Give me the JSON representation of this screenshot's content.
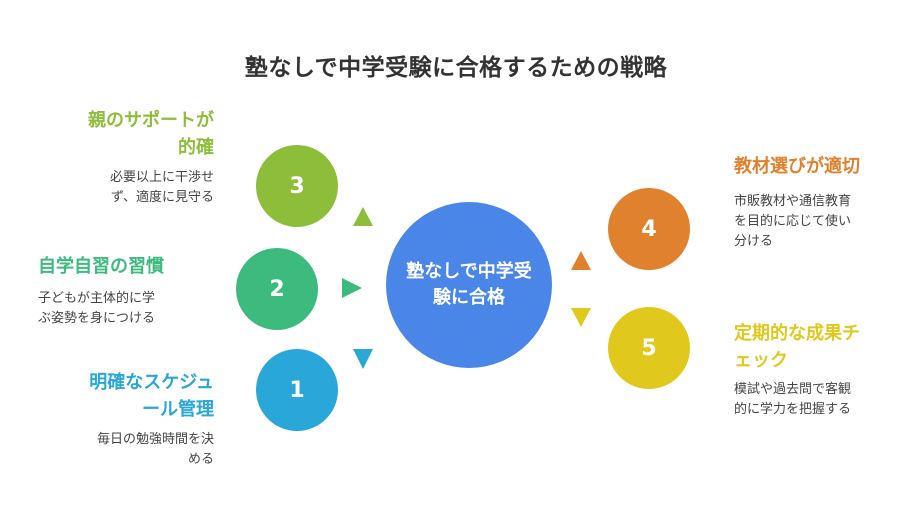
{
  "title": "塾なしで中学受験に合格するための戦略",
  "center": {
    "line1": "塾なしで中学受",
    "line2": "験に合格",
    "color": "#4a86e8"
  },
  "items": [
    {
      "number": "3",
      "title_line1": "親のサポートが",
      "title_line2": "的確",
      "desc_line1": "必要以上に干渉せ",
      "desc_line2": "ず、適度に見守る",
      "color": "#8cbe3a"
    },
    {
      "number": "2",
      "title_line1": "自学自習の習慣",
      "desc_line1": "子どもが主体的に学",
      "desc_line2": "ぶ姿勢を身につける",
      "color": "#3dbb7f"
    },
    {
      "number": "1",
      "title_line1": "明確なスケジュ",
      "title_line2": "ール管理",
      "desc_line1": "毎日の勉強時間を決",
      "desc_line2": "める",
      "color": "#28a7d8"
    },
    {
      "number": "4",
      "title_line1": "教材選びが適切",
      "desc_line1": "市販教材や通信教育",
      "desc_line2": "を目的に応じて使い",
      "desc_line3": "分ける",
      "color": "#e0812e"
    },
    {
      "number": "5",
      "title_line1": "定期的な成果チ",
      "title_line2": "ェック",
      "desc_line1": "模試や過去問で客観",
      "desc_line2": "的に学力を把握する",
      "color": "#e0c81c"
    }
  ]
}
